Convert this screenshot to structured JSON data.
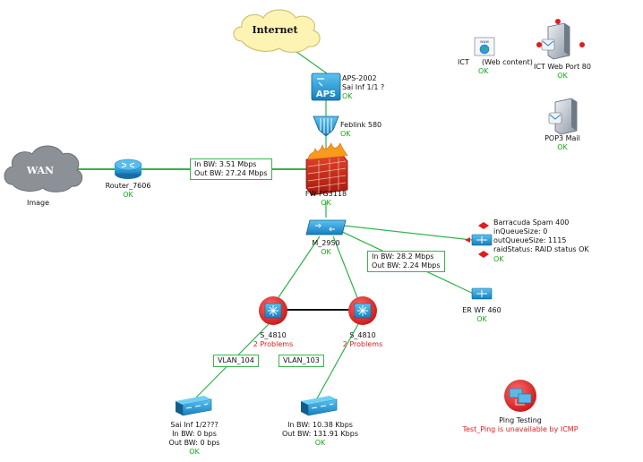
{
  "nodes": {
    "internet": {
      "label": "Internet"
    },
    "wan": {
      "label": "WAN",
      "caption": "Image"
    },
    "router": {
      "name": "Router_7606",
      "status": "OK"
    },
    "aps": {
      "badge": "APS",
      "name": "APS-2002",
      "iface": "Sai Inf 1/1 ?",
      "status": "OK"
    },
    "feblink": {
      "name": "Feblink 580",
      "status": "OK"
    },
    "firewall": {
      "name": "FW FG3118",
      "status": "OK"
    },
    "switch_m": {
      "name": "M_2950",
      "status": "OK"
    },
    "s4810_left": {
      "name": "S_4810",
      "problems": "2 Problems"
    },
    "s4810_right": {
      "name": "S_4810",
      "problems": "2 Problems"
    },
    "edge_left": {
      "iface": "Sai Inf 1/2???",
      "in_bw": "In BW: 0 bps",
      "out_bw": "Out BW: 0 bps",
      "status": "OK"
    },
    "edge_right": {
      "in_bw": "In BW: 10.38 Kbps",
      "out_bw": "Out BW: 131.91 Kbps",
      "status": "OK"
    },
    "ict": {
      "name": "ICT",
      "sub": "(Web content)",
      "status": "OK"
    },
    "ict_web": {
      "name": "ICT Web Port 80",
      "status": "OK"
    },
    "pop3": {
      "name": "POP3 Mail",
      "status": "OK"
    },
    "barracuda": {
      "name": "Barracuda Spam 400",
      "in_queue": "inQueueSize: 0",
      "out_queue": "outQueueSize: 1115",
      "raid": "raidStatus: RAID status OK",
      "status": "OK"
    },
    "erwf": {
      "name": "ER WF 460",
      "status": "OK"
    },
    "ping": {
      "name": "Ping Testing",
      "message": "Test_Ping is unavailable by ICMP"
    }
  },
  "links": {
    "router_fw": {
      "in_bw": "In BW: 3.51 Mbps",
      "out_bw": "Out BW: 27.24 Mbps"
    },
    "m_erwf": {
      "in_bw": "In BW: 28.2 Mbps",
      "out_bw": "Out BW: 2.24 Mbps"
    },
    "vlan_left": {
      "label": "VLAN_104"
    },
    "vlan_right": {
      "label": "VLAN_103"
    }
  },
  "colors": {
    "link_green": "#2fb34a",
    "ok_green": "#1aa51a",
    "problem_red": "#e01c1c",
    "cloud_yellow": "#fdf3b3",
    "cloud_gray": "#8b9196",
    "device_blue": "#1a7fc1"
  }
}
